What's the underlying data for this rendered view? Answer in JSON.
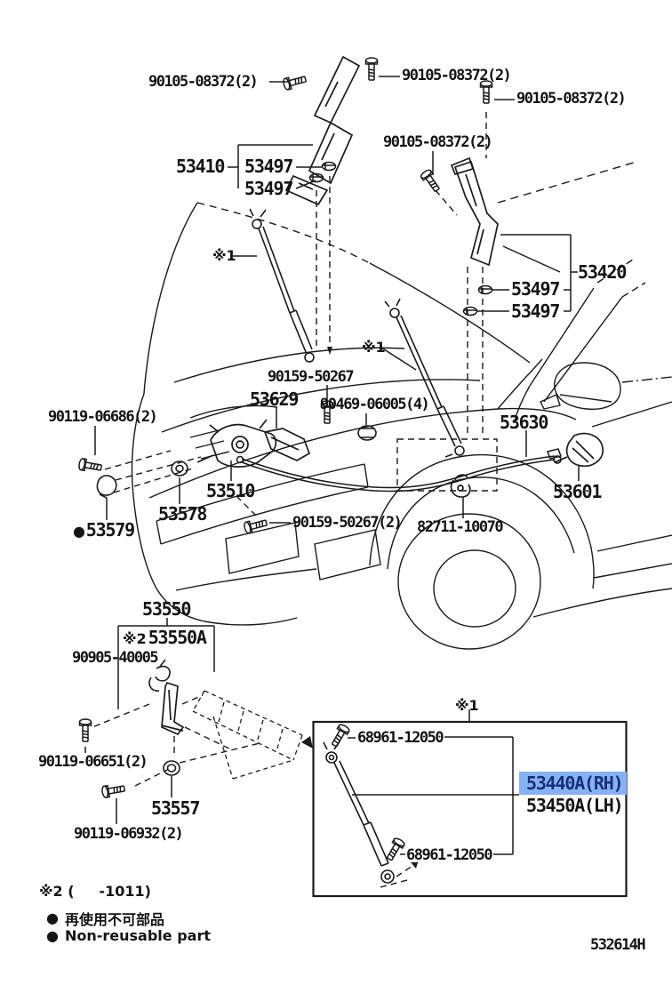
{
  "diagram": {
    "code": "532614H",
    "marker": "●",
    "ref1": "※1",
    "ref2": "※2",
    "applicability_note": "※2 (     -1011)",
    "highlight_colors": {
      "background": "#86b1f2",
      "text": "#16307c"
    },
    "legend": {
      "jp": "再使用不可部品",
      "en": "Non-reusable part"
    },
    "parts": {
      "bolt_90105_1": "90105-08372(2)",
      "bolt_90105_2": "90105-08372(2)",
      "bolt_90105_3": "90105-08372(2)",
      "bolt_90105_4": "90105-08372(2)",
      "hinge_53410": "53410",
      "clip_53497_1": "53497",
      "clip_53497_2": "53497",
      "hinge_53420": "53420",
      "clip_53497_3": "53497",
      "clip_53497_4": "53497",
      "screw_90159": "90159-50267",
      "bracket_53629": "53629",
      "clip_90469": "90469-06005(4)",
      "cable_53630": "53630",
      "bolt_90119_06686": "90119-06686(2)",
      "lock_53510": "53510",
      "cushion_53578": "53578",
      "plug_53579": "53579",
      "screw_90159_2": "90159-50267(2)",
      "clamp_82711": "82711-10070",
      "lever_53601": "53601",
      "support_53550": "53550",
      "support_53550A": "53550A",
      "clip_90905": "90905-40005",
      "bolt_90119_06651": "90119-06651(2)",
      "grommet_53557": "53557",
      "bolt_90119_06932": "90119-06932(2)",
      "bolt_68961_1": "68961-12050",
      "rod_53440A": "53440A(RH)",
      "rod_53450A": "53450A(LH)",
      "bolt_68961_2": "68961-12050"
    }
  }
}
